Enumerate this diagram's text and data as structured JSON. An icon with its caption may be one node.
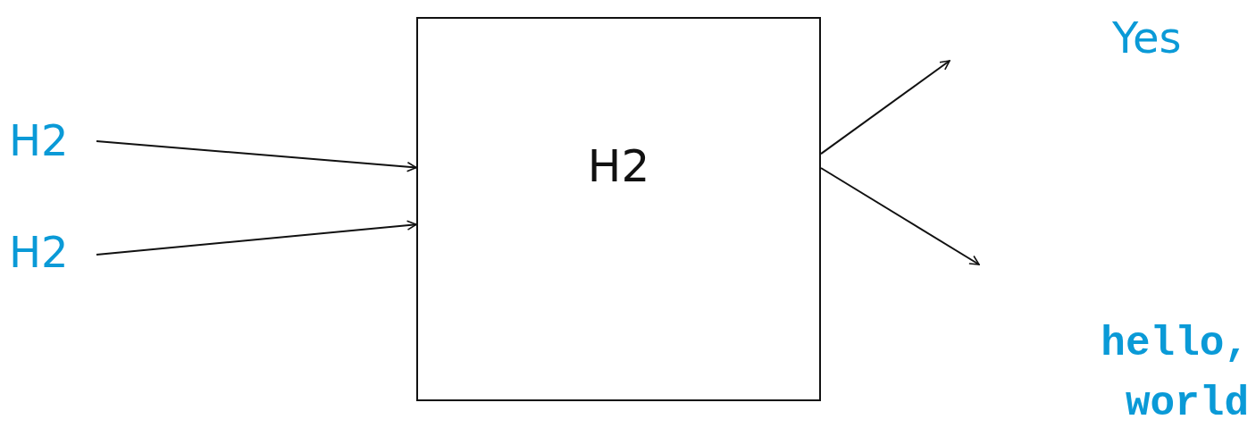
{
  "diagram": {
    "nodes": [
      {
        "text": [
          "H2"
        ]
      },
      {
        "text": [
          "H2"
        ]
      },
      {
        "text": [
          "H2"
        ]
      }
    ],
    "edges": [
      {
        "from": 0,
        "to": 2,
        "arrow": "to"
      },
      {
        "from": 1,
        "to": 2,
        "arrow": "to"
      },
      {
        "from": 2,
        "to": null,
        "arrow": "to"
      },
      {
        "from": 2,
        "to": null,
        "arrow": "to"
      }
    ],
    "labels": [
      "Yes",
      "hello, world"
    ]
  }
}
